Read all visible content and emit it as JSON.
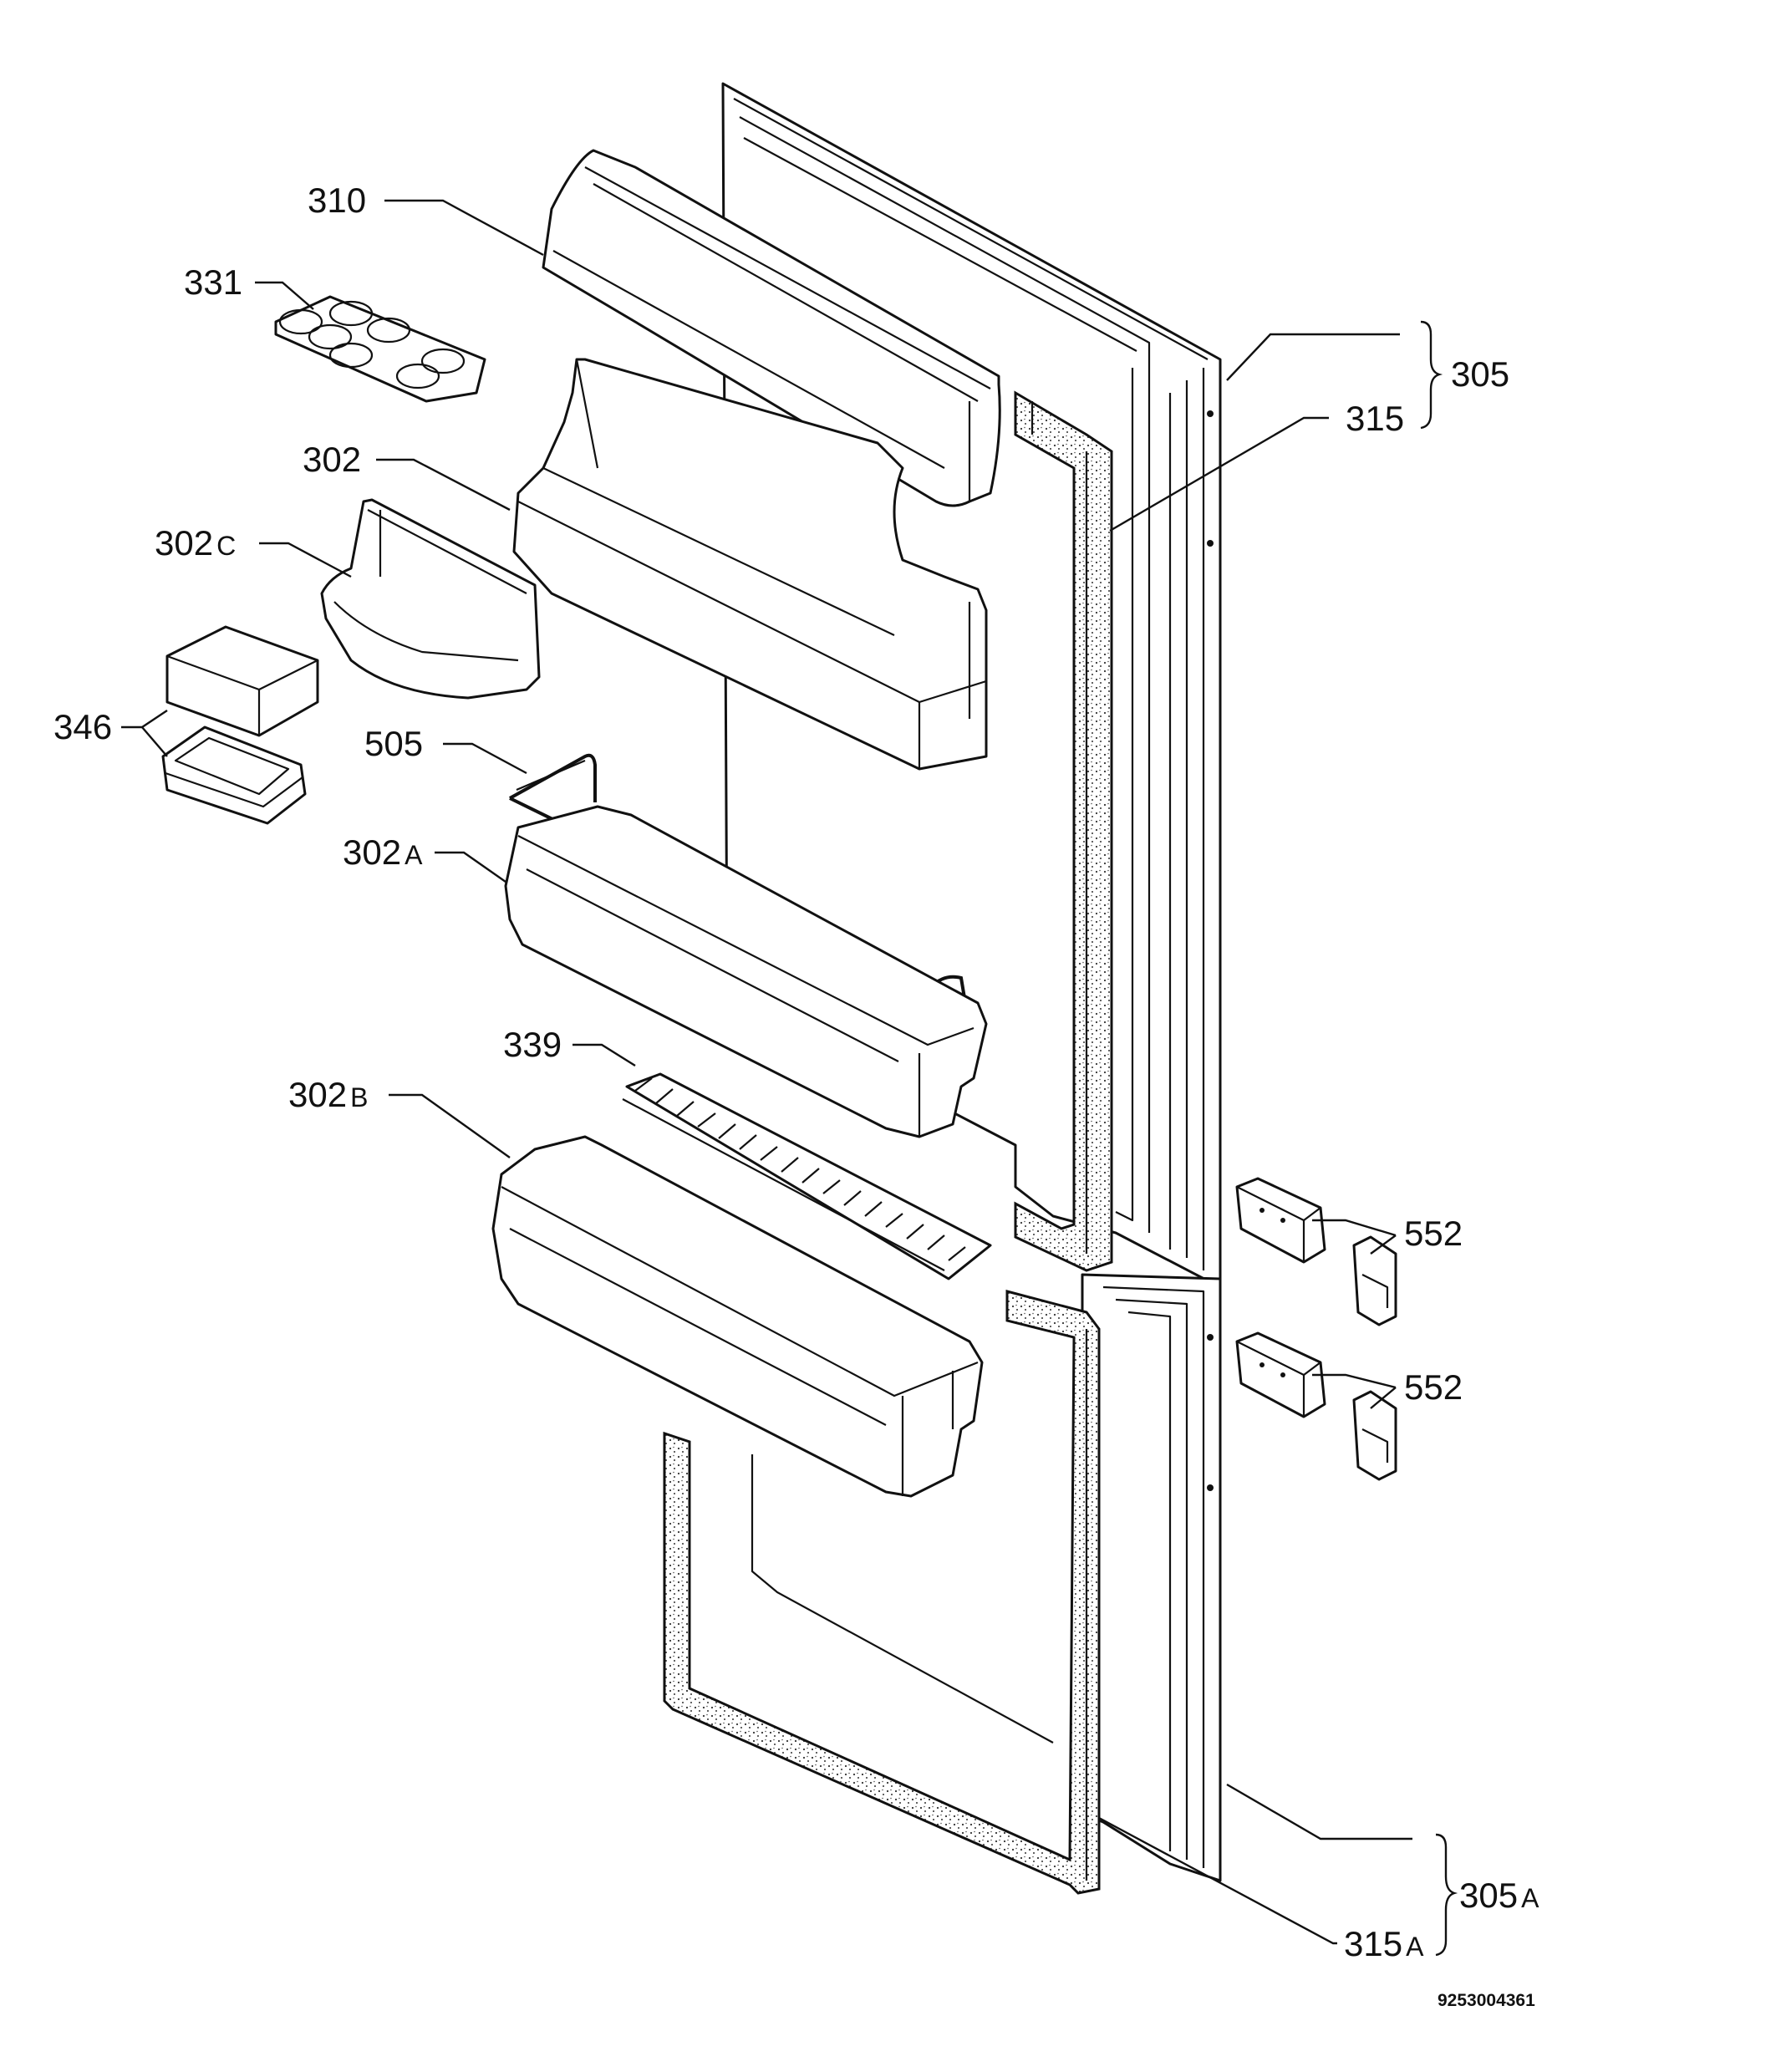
{
  "parts": {
    "p310": {
      "code": "310"
    },
    "p331": {
      "code": "331"
    },
    "p305": {
      "code": "305"
    },
    "p315": {
      "code": "315"
    },
    "p302": {
      "code": "302"
    },
    "p302c": {
      "code": "302",
      "suffix": "C"
    },
    "p346": {
      "code": "346"
    },
    "p505": {
      "code": "505"
    },
    "p302a": {
      "code": "302",
      "suffix": "A"
    },
    "p339": {
      "code": "339"
    },
    "p302b": {
      "code": "302",
      "suffix": "B"
    },
    "p552_upper": {
      "code": "552"
    },
    "p552_lower": {
      "code": "552"
    },
    "p305a": {
      "code": "305",
      "suffix": "A"
    },
    "p315a": {
      "code": "315",
      "suffix": "A"
    }
  },
  "drawing_number": "9253004361",
  "colors": {
    "line": "#111111",
    "background": "#ffffff"
  }
}
